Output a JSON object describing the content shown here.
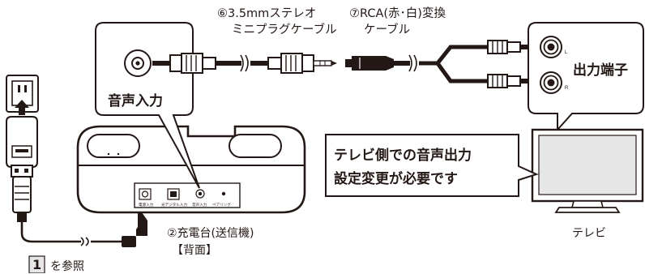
{
  "diagram": {
    "cables": {
      "mini_plug_line1": "⑥3.5mmステレオ",
      "mini_plug_line2": "ミニプラグケーブル",
      "rca_line1": "⑦RCA(赤･白)変換",
      "rca_line2": "ケーブル"
    },
    "callouts": {
      "audio_input": "音声入力",
      "output_terminal": "出力端子",
      "tv_settings_line1": "テレビ側での音声出力",
      "tv_settings_line2": "設定変更が必要です"
    },
    "charger": {
      "name": "②充電台(送信機)",
      "rear": "【背面】",
      "port_labels": [
        "電源入力",
        "光デジタル入力",
        "音声入力",
        "ペアリング"
      ]
    },
    "tv": {
      "label": "テレビ"
    },
    "rca_jacks": {
      "top": "L",
      "bottom": "R"
    },
    "reference": {
      "number": "1",
      "text": "を参照"
    },
    "colors": {
      "ink": "#231815",
      "screen": "#e6e6e6",
      "bubble_stroke": "#231815"
    }
  }
}
